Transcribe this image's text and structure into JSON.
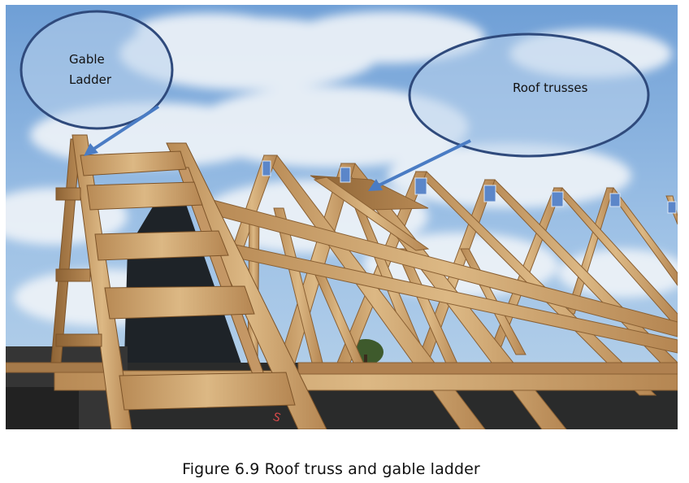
{
  "photo": {
    "callouts": [
      {
        "lines": [
          "Gable",
          "Ladder"
        ]
      },
      {
        "lines": [
          "Roof trusses"
        ]
      }
    ],
    "ladder_marking": "S"
  },
  "caption": "Figure 6.9 Roof truss and gable ladder",
  "colors": {
    "callout_stroke": "#2f4a7c",
    "arrow": "#4a7cc4",
    "sky": "#7ea9d8",
    "lumber": "#cfa874",
    "plate": "#5b86c9"
  }
}
